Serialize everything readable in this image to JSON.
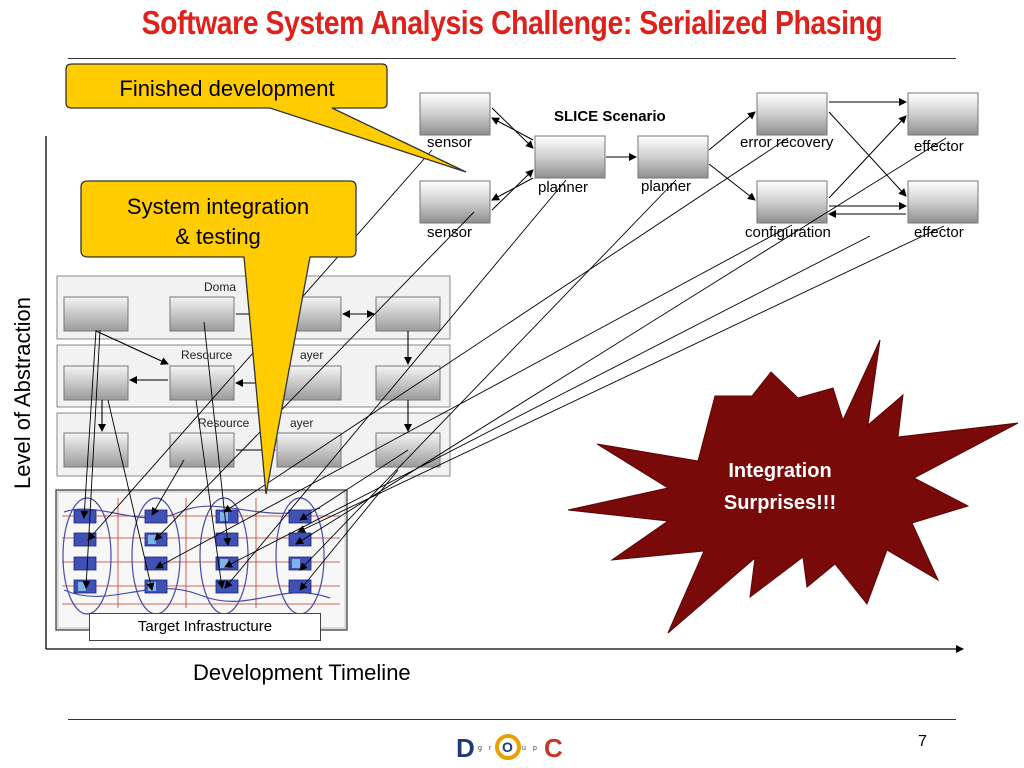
{
  "slide": {
    "title": "Software System Analysis Challenge: Serialized Phasing",
    "page_number": "7"
  },
  "axes": {
    "y_label": "Level of Abstraction",
    "x_label": "Development Timeline"
  },
  "callouts": {
    "finished": "Finished development",
    "integration_line1": "System integration",
    "integration_line2": "& testing",
    "fill_color": "#ffcc00",
    "stroke_color": "#333333"
  },
  "burst": {
    "line1": "Integration",
    "line2": "Surprises!!!",
    "fill_color": "#7a0a0a"
  },
  "slice": {
    "title": "SLICE Scenario",
    "sensor1": "sensor",
    "sensor2": "sensor",
    "planner1": "planner",
    "planner2": "planner",
    "error_recovery": "error recovery",
    "configuration": "configuration",
    "effector1": "effector",
    "effector2": "effector"
  },
  "layers": {
    "domain": "Doma",
    "resource_mgmt_left": "Resource",
    "resource_mgmt_right": "ayer",
    "resource_left": "Resource",
    "resource_right": "ayer"
  },
  "infrastructure": {
    "label": "Target Infrastructure"
  },
  "logo": {
    "letters": [
      "D",
      "O",
      "C"
    ],
    "small_letters": [
      "g",
      "r",
      "u",
      "p"
    ]
  }
}
